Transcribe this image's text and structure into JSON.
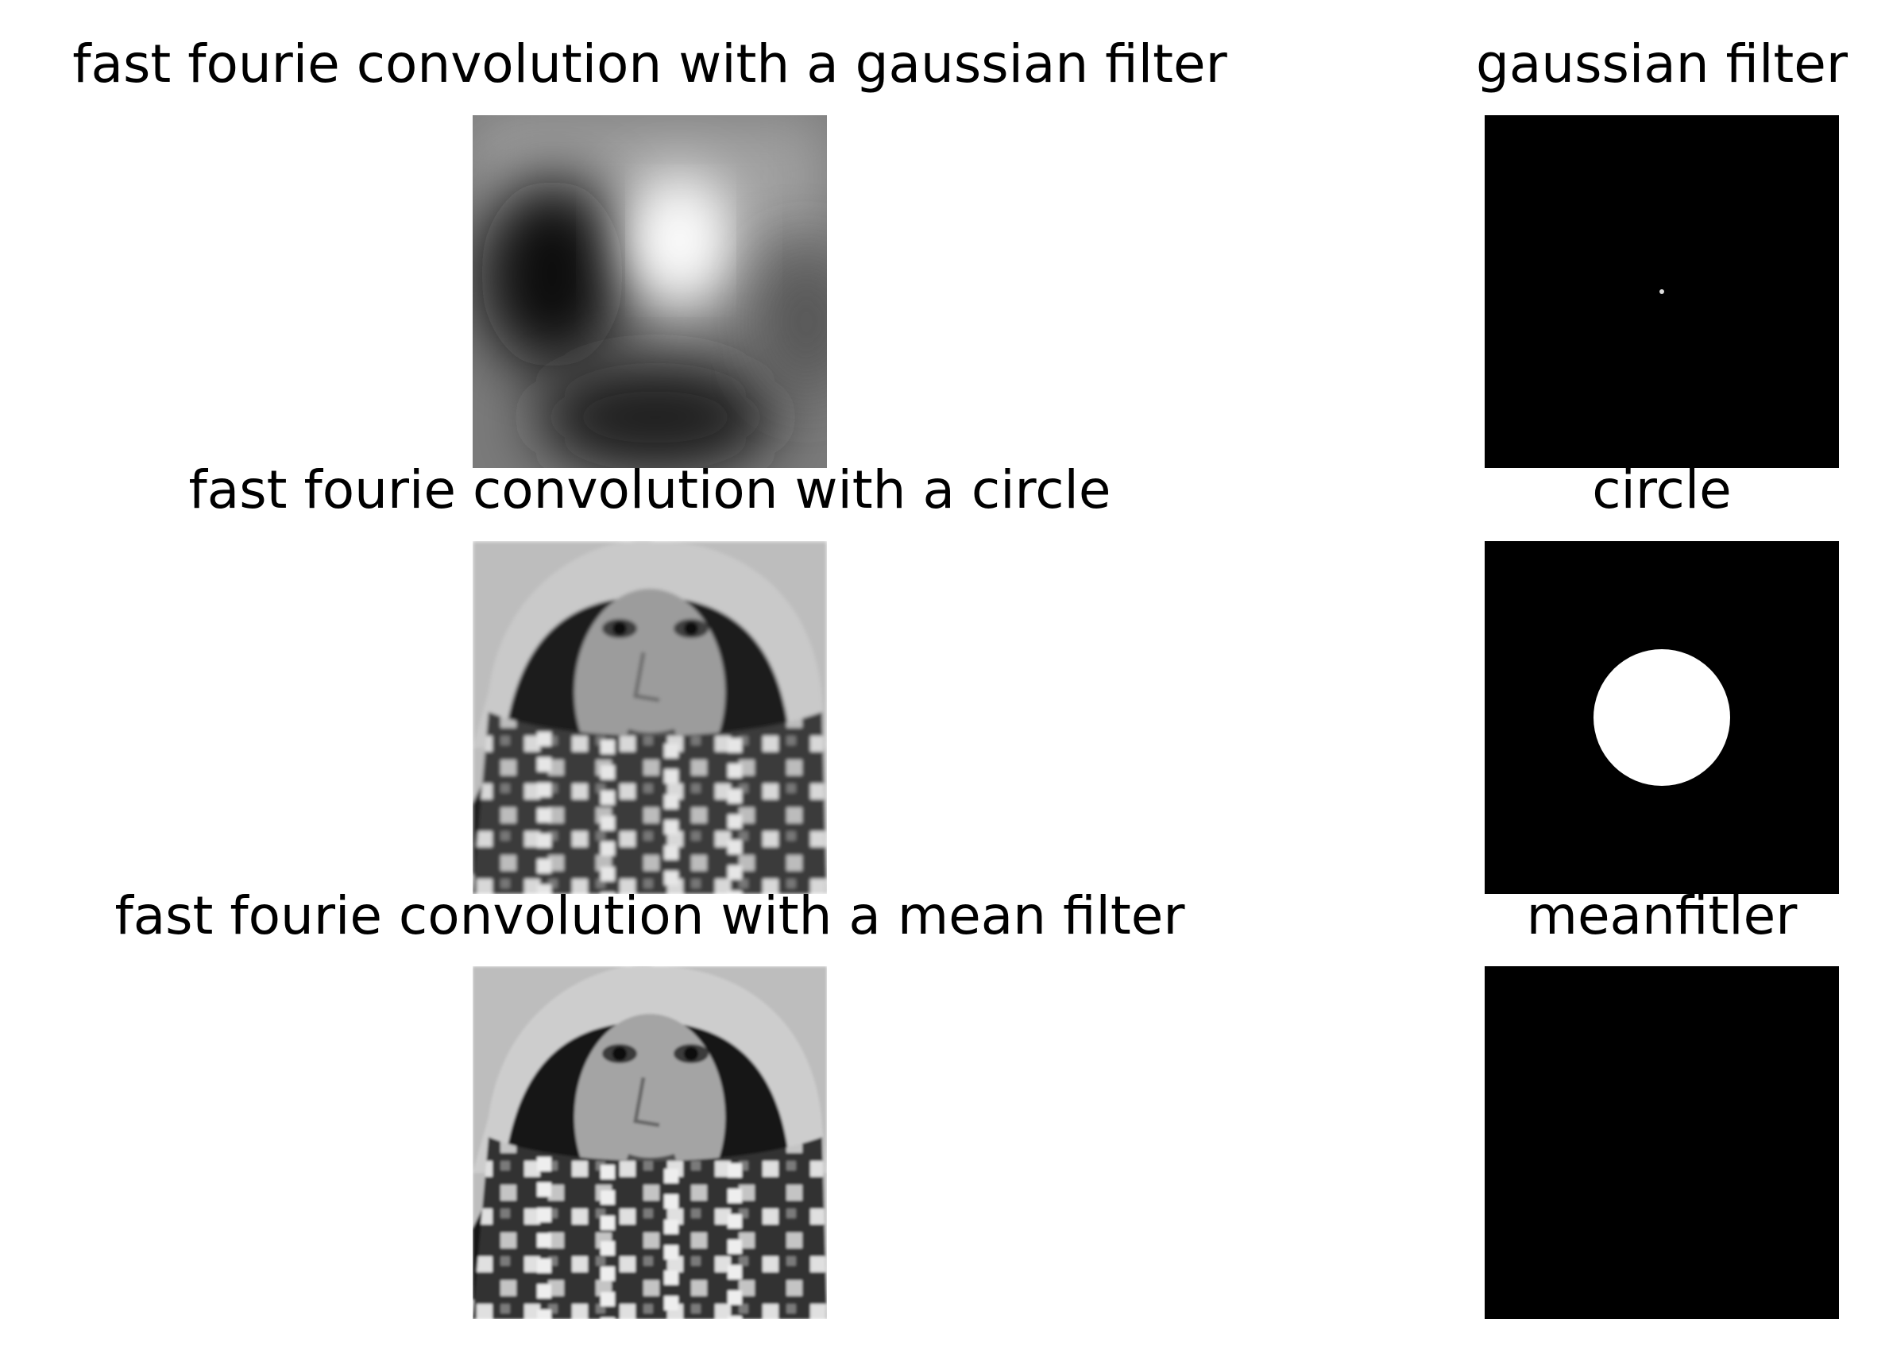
{
  "panels": [
    {
      "title": "fast fourie convolution with a gaussian filter",
      "image": "gaussian-blurred-photo"
    },
    {
      "title": "gaussian filter",
      "image": "gaussian-filter-mask"
    },
    {
      "title": "fast fourie convolution with a circle",
      "image": "circle-filtered-photo"
    },
    {
      "title": "circle",
      "image": "circle-filter-mask"
    },
    {
      "title": "fast fourie convolution with a mean filter",
      "image": "mean-filtered-photo"
    },
    {
      "title": "meanfitler",
      "image": "mean-filter-mask"
    }
  ]
}
